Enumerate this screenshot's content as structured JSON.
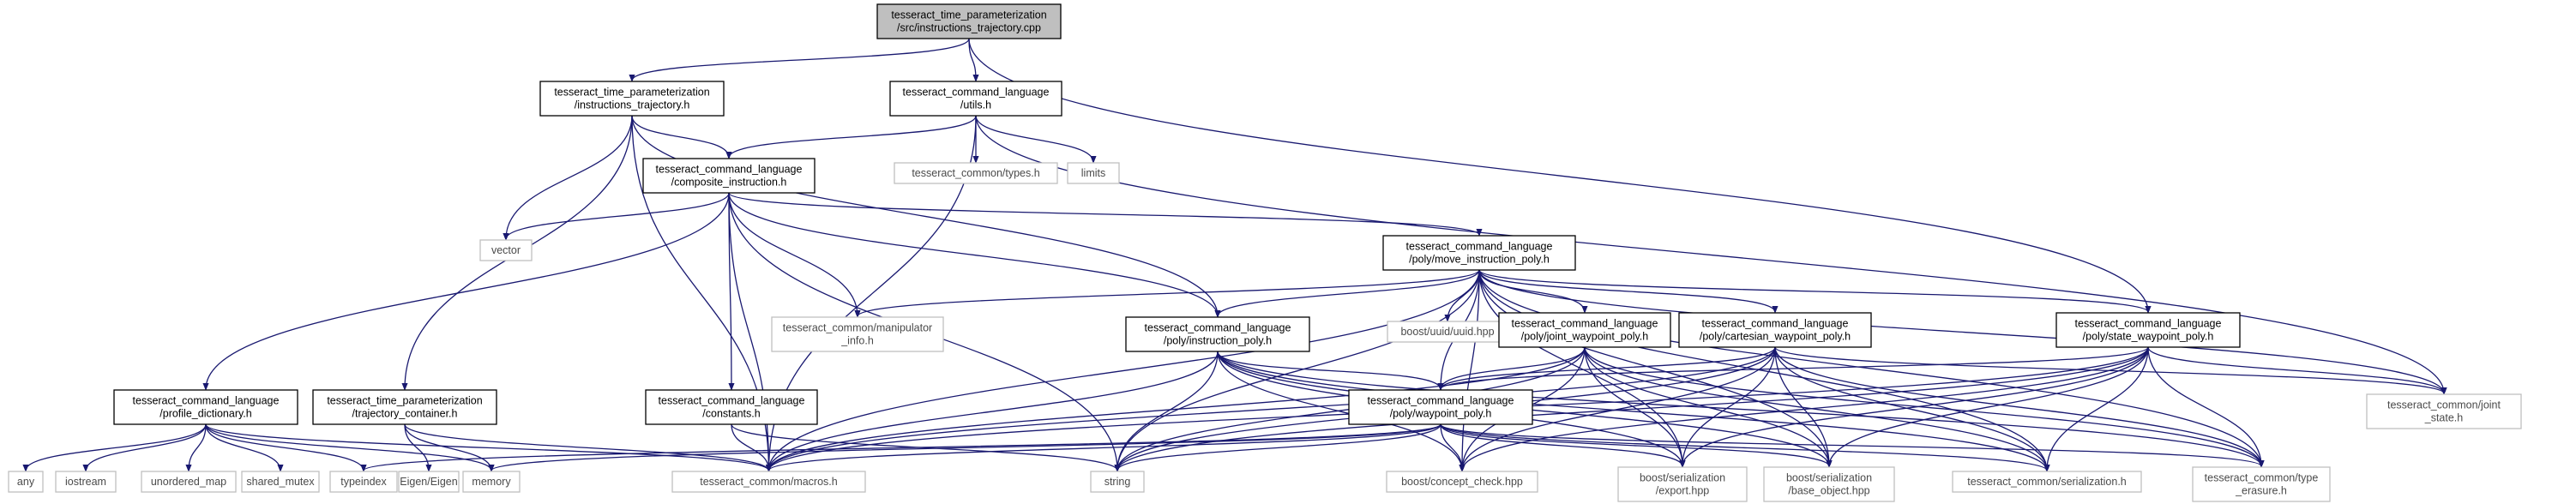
{
  "colors": {
    "root_fill": "#bfbfbf",
    "node_fill": "#ffffff",
    "node_border": "#000000",
    "external_border": "#bfbfbf",
    "edge": "#191970",
    "text": "#000000",
    "external_text": "#4a4a4a"
  },
  "nodes": [
    {
      "id": "root",
      "kind": "root",
      "lines": [
        "tesseract_time_parameterization",
        "/src/instructions_trajectory.cpp"
      ]
    },
    {
      "id": "itraj",
      "kind": "doc",
      "lines": [
        "tesseract_time_parameterization",
        "/instructions_trajectory.h"
      ]
    },
    {
      "id": "utils",
      "kind": "doc",
      "lines": [
        "tesseract_command_language",
        "/utils.h"
      ]
    },
    {
      "id": "composite",
      "kind": "doc",
      "lines": [
        "tesseract_command_language",
        "/composite_instruction.h"
      ]
    },
    {
      "id": "types",
      "kind": "ext",
      "lines": [
        "tesseract_common/types.h"
      ]
    },
    {
      "id": "limits",
      "kind": "ext",
      "lines": [
        "limits"
      ]
    },
    {
      "id": "vector",
      "kind": "ext",
      "lines": [
        "vector"
      ]
    },
    {
      "id": "move",
      "kind": "doc",
      "lines": [
        "tesseract_command_language",
        "/poly/move_instruction_poly.h"
      ]
    },
    {
      "id": "manip",
      "kind": "ext",
      "lines": [
        "tesseract_common/manipulator",
        "_info.h"
      ]
    },
    {
      "id": "instr",
      "kind": "doc",
      "lines": [
        "tesseract_command_language",
        "/poly/instruction_poly.h"
      ]
    },
    {
      "id": "uuid",
      "kind": "ext",
      "lines": [
        "boost/uuid/uuid.hpp"
      ]
    },
    {
      "id": "joint",
      "kind": "doc",
      "lines": [
        "tesseract_command_language",
        "/poly/joint_waypoint_poly.h"
      ]
    },
    {
      "id": "cart",
      "kind": "doc",
      "lines": [
        "tesseract_command_language",
        "/poly/cartesian_waypoint_poly.h"
      ]
    },
    {
      "id": "state",
      "kind": "doc",
      "lines": [
        "tesseract_command_language",
        "/poly/state_waypoint_poly.h"
      ]
    },
    {
      "id": "jstate",
      "kind": "ext",
      "lines": [
        "tesseract_common/joint",
        "_state.h"
      ]
    },
    {
      "id": "profile",
      "kind": "doc",
      "lines": [
        "tesseract_command_language",
        "/profile_dictionary.h"
      ]
    },
    {
      "id": "tcont",
      "kind": "doc",
      "lines": [
        "tesseract_time_parameterization",
        "/trajectory_container.h"
      ]
    },
    {
      "id": "constants",
      "kind": "doc",
      "lines": [
        "tesseract_command_language",
        "/constants.h"
      ]
    },
    {
      "id": "waypoint",
      "kind": "doc",
      "lines": [
        "tesseract_command_language",
        "/poly/waypoint_poly.h"
      ]
    },
    {
      "id": "any",
      "kind": "ext",
      "lines": [
        "any"
      ]
    },
    {
      "id": "iostream",
      "kind": "ext",
      "lines": [
        "iostream"
      ]
    },
    {
      "id": "umap",
      "kind": "ext",
      "lines": [
        "unordered_map"
      ]
    },
    {
      "id": "smutex",
      "kind": "ext",
      "lines": [
        "shared_mutex"
      ]
    },
    {
      "id": "typeindex",
      "kind": "ext",
      "lines": [
        "typeindex"
      ]
    },
    {
      "id": "memory",
      "kind": "ext",
      "lines": [
        "memory"
      ]
    },
    {
      "id": "eigen",
      "kind": "ext",
      "lines": [
        "Eigen/Eigen"
      ]
    },
    {
      "id": "macros",
      "kind": "ext",
      "lines": [
        "tesseract_common/macros.h"
      ]
    },
    {
      "id": "string",
      "kind": "ext",
      "lines": [
        "string"
      ]
    },
    {
      "id": "concept",
      "kind": "ext",
      "lines": [
        "boost/concept_check.hpp"
      ]
    },
    {
      "id": "export",
      "kind": "ext",
      "lines": [
        "boost/serialization",
        "/export.hpp"
      ]
    },
    {
      "id": "baseobj",
      "kind": "ext",
      "lines": [
        "boost/serialization",
        "/base_object.hpp"
      ]
    },
    {
      "id": "serial",
      "kind": "ext",
      "lines": [
        "tesseract_common/serialization.h"
      ]
    },
    {
      "id": "typeerasure",
      "kind": "ext",
      "lines": [
        "tesseract_common/type",
        "_erasure.h"
      ]
    }
  ],
  "edges": [
    [
      "root",
      "itraj"
    ],
    [
      "root",
      "utils"
    ],
    [
      "root",
      "state"
    ],
    [
      "itraj",
      "composite"
    ],
    [
      "itraj",
      "instr"
    ],
    [
      "itraj",
      "tcont"
    ],
    [
      "itraj",
      "vector"
    ],
    [
      "itraj",
      "macros"
    ],
    [
      "utils",
      "composite"
    ],
    [
      "utils",
      "types"
    ],
    [
      "utils",
      "limits"
    ],
    [
      "utils",
      "jstate"
    ],
    [
      "utils",
      "macros"
    ],
    [
      "composite",
      "vector"
    ],
    [
      "composite",
      "move"
    ],
    [
      "composite",
      "manip"
    ],
    [
      "composite",
      "instr"
    ],
    [
      "composite",
      "profile"
    ],
    [
      "composite",
      "constants"
    ],
    [
      "composite",
      "macros"
    ],
    [
      "composite",
      "string"
    ],
    [
      "move",
      "manip"
    ],
    [
      "move",
      "instr"
    ],
    [
      "move",
      "uuid"
    ],
    [
      "move",
      "joint"
    ],
    [
      "move",
      "cart"
    ],
    [
      "move",
      "state"
    ],
    [
      "move",
      "waypoint"
    ],
    [
      "move",
      "string"
    ],
    [
      "move",
      "concept"
    ],
    [
      "move",
      "macros"
    ],
    [
      "move",
      "export"
    ],
    [
      "move",
      "baseobj"
    ],
    [
      "move",
      "serial"
    ],
    [
      "move",
      "typeerasure"
    ],
    [
      "move",
      "jstate"
    ],
    [
      "instr",
      "waypoint"
    ],
    [
      "instr",
      "string"
    ],
    [
      "instr",
      "concept"
    ],
    [
      "instr",
      "macros"
    ],
    [
      "instr",
      "export"
    ],
    [
      "instr",
      "baseobj"
    ],
    [
      "instr",
      "serial"
    ],
    [
      "instr",
      "typeerasure"
    ],
    [
      "joint",
      "waypoint"
    ],
    [
      "joint",
      "string"
    ],
    [
      "joint",
      "concept"
    ],
    [
      "joint",
      "macros"
    ],
    [
      "joint",
      "export"
    ],
    [
      "joint",
      "baseobj"
    ],
    [
      "joint",
      "serial"
    ],
    [
      "joint",
      "typeerasure"
    ],
    [
      "cart",
      "waypoint"
    ],
    [
      "cart",
      "string"
    ],
    [
      "cart",
      "concept"
    ],
    [
      "cart",
      "macros"
    ],
    [
      "cart",
      "export"
    ],
    [
      "cart",
      "baseobj"
    ],
    [
      "cart",
      "serial"
    ],
    [
      "cart",
      "typeerasure"
    ],
    [
      "cart",
      "jstate"
    ],
    [
      "state",
      "waypoint"
    ],
    [
      "state",
      "string"
    ],
    [
      "state",
      "concept"
    ],
    [
      "state",
      "macros"
    ],
    [
      "state",
      "export"
    ],
    [
      "state",
      "baseobj"
    ],
    [
      "state",
      "serial"
    ],
    [
      "state",
      "typeerasure"
    ],
    [
      "state",
      "jstate"
    ],
    [
      "waypoint",
      "memory"
    ],
    [
      "waypoint",
      "string"
    ],
    [
      "waypoint",
      "typeindex"
    ],
    [
      "waypoint",
      "concept"
    ],
    [
      "waypoint",
      "macros"
    ],
    [
      "waypoint",
      "export"
    ],
    [
      "waypoint",
      "baseobj"
    ],
    [
      "waypoint",
      "serial"
    ],
    [
      "waypoint",
      "typeerasure"
    ],
    [
      "profile",
      "any"
    ],
    [
      "profile",
      "iostream"
    ],
    [
      "profile",
      "umap"
    ],
    [
      "profile",
      "smutex"
    ],
    [
      "profile",
      "typeindex"
    ],
    [
      "profile",
      "memory"
    ],
    [
      "profile",
      "macros"
    ],
    [
      "tcont",
      "eigen"
    ],
    [
      "tcont",
      "memory"
    ],
    [
      "tcont",
      "macros"
    ],
    [
      "constants",
      "string"
    ],
    [
      "constants",
      "macros"
    ]
  ]
}
